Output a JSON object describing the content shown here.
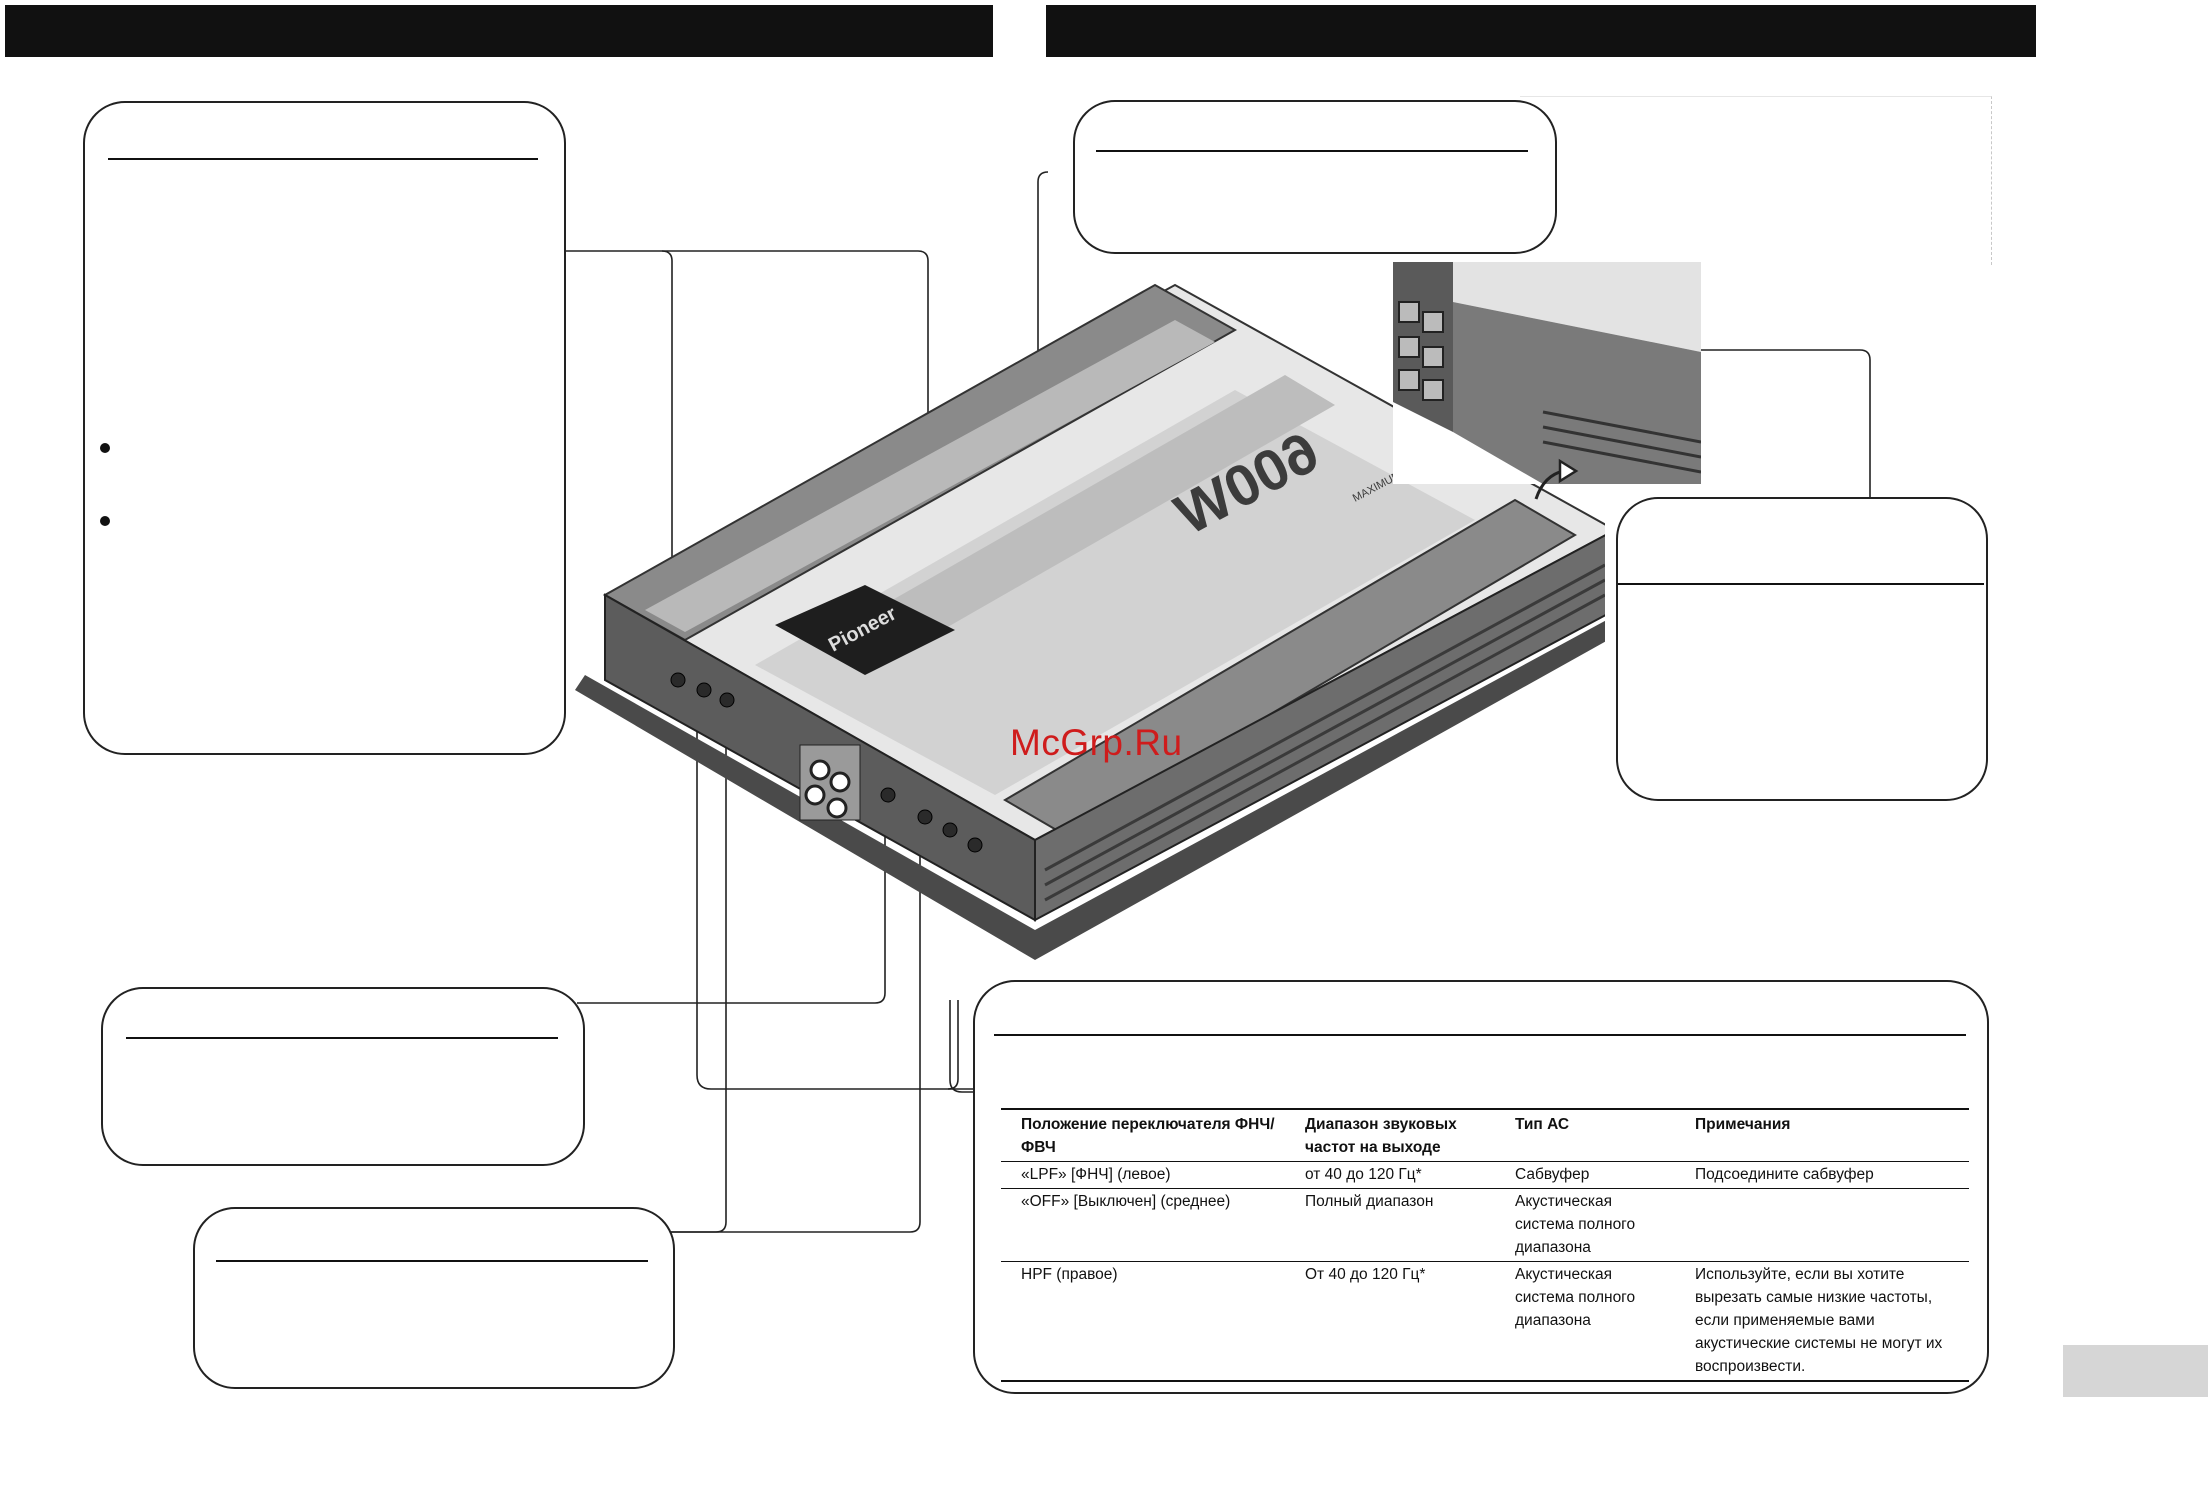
{
  "watermark": "McGrp.Ru",
  "amplifier": {
    "power_label": "600W",
    "power_sub": "MAXIMUM POWER",
    "brand": "Pioneer"
  },
  "table": {
    "headers": [
      "Положение переключателя ФНЧ/ФВЧ",
      "Диапазон звуковых частот на выходе",
      "Тип АС",
      "Примечания"
    ],
    "rows": [
      [
        "«LPF» [ФНЧ] (левое)",
        "от 40 до 120 Гц*",
        "Сабвуфер",
        "Подсоедините сабвуфер"
      ],
      [
        "«OFF» [Выключен] (среднее)",
        "Полный диапазон",
        "Акустическая система полного диапазона",
        ""
      ],
      [
        "HPF (правое)",
        "От 40 до 120 Гц*",
        "Акустическая система полного диапазона",
        "Используйте, если вы хотите вырезать самые низкие частоты, если применяемые вами акустические системы не могут их воспроизвести."
      ]
    ]
  }
}
